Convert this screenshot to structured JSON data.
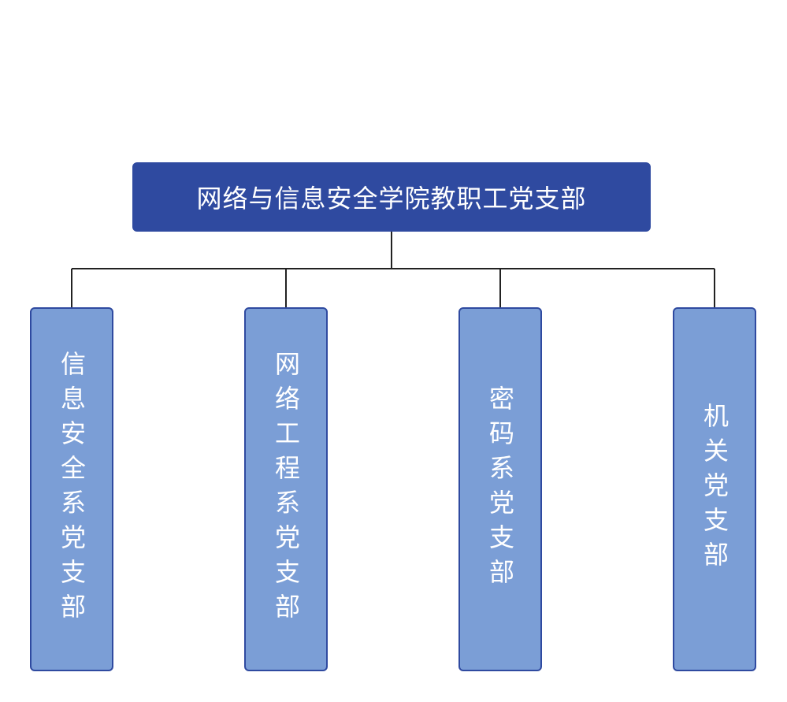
{
  "root": {
    "label": "网络与信息安全学院教职工党支部"
  },
  "branches": [
    {
      "label": "信息安全系党支部"
    },
    {
      "label": "网络工程系党支部"
    },
    {
      "label": "密码系党支部"
    },
    {
      "label": "机关党支部"
    }
  ],
  "colors": {
    "root_fill": "#2f4aa0",
    "child_fill": "#7b9ed6",
    "child_border": "#2f4aa0",
    "connector": "#222222",
    "text": "#ffffff"
  }
}
